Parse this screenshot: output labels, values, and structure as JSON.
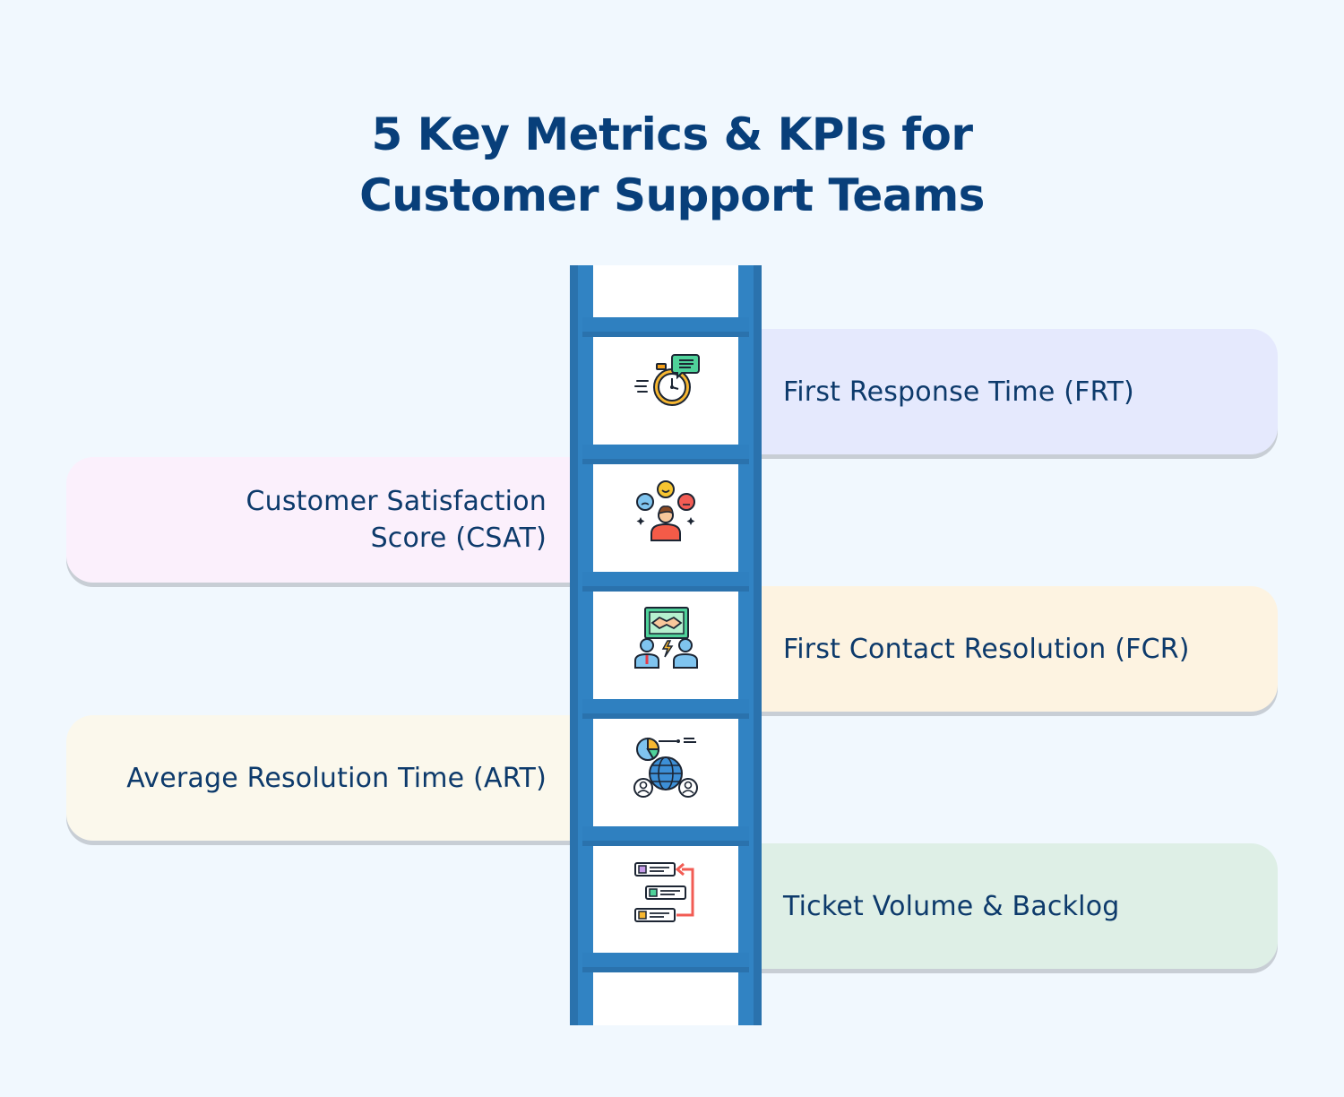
{
  "title": {
    "line1": "5 Key Metrics & KPIs for",
    "line2": "Customer Support Teams"
  },
  "metrics": [
    {
      "label_lines": [
        "First Response Time (FRT)"
      ],
      "icon": "stopwatch-chat-icon",
      "color": "#e5e9fd",
      "side": "right"
    },
    {
      "label_lines": [
        "Customer Satisfaction",
        "Score (CSAT)"
      ],
      "icon": "satisfaction-faces-icon",
      "color": "#fbf0fc",
      "side": "left"
    },
    {
      "label_lines": [
        "First Contact Resolution (FCR)"
      ],
      "icon": "handshake-meeting-icon",
      "color": "#fdf3e1",
      "side": "right"
    },
    {
      "label_lines": [
        "Average Resolution Time (ART)"
      ],
      "icon": "global-analytics-icon",
      "color": "#fbf8ec",
      "side": "left"
    },
    {
      "label_lines": [
        "Ticket Volume & Backlog"
      ],
      "icon": "ticket-queue-icon",
      "color": "#deefe6",
      "side": "right"
    }
  ],
  "colors": {
    "title": "#083f7a",
    "text": "#0d3a6b",
    "ladder": "#3183c3",
    "background": "#f1f8fe"
  }
}
